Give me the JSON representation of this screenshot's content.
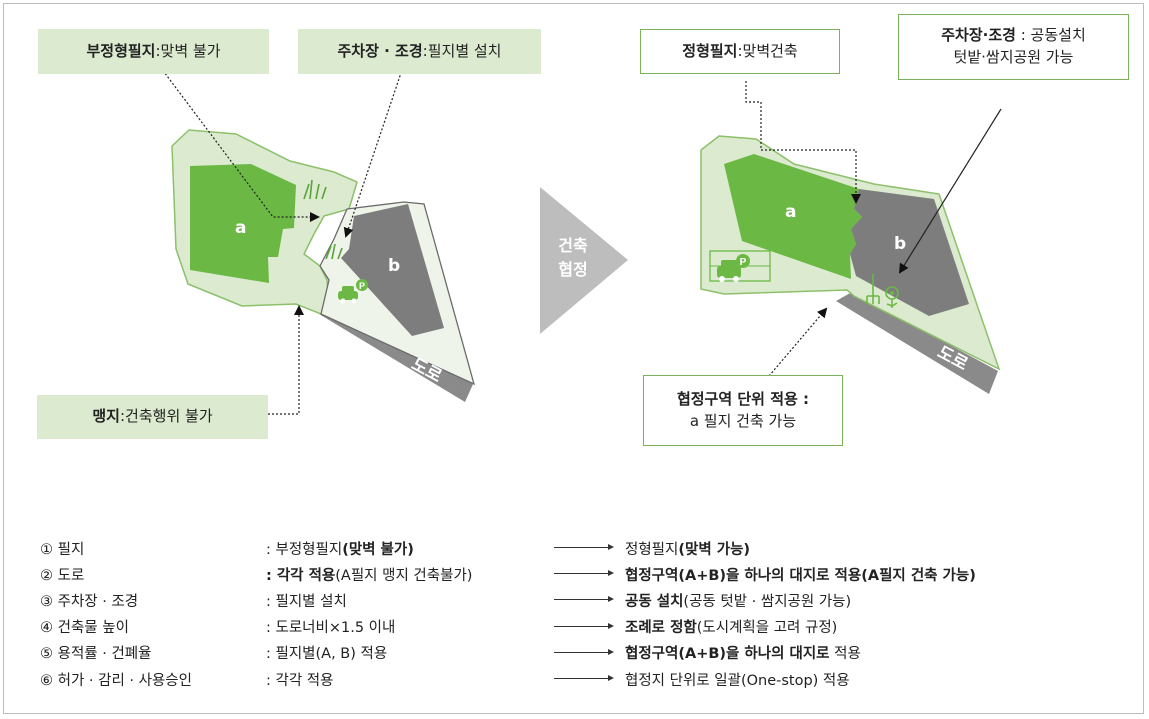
{
  "callouts": {
    "left_top_1": {
      "label": "부정형필지",
      "sep": " : ",
      "desc": "맞벽 불가"
    },
    "left_top_2": {
      "label": "주차장 · 조경",
      "sep": " : ",
      "desc": "필지별 설치"
    },
    "left_bottom": {
      "label": "맹지",
      "sep": " : ",
      "desc": "건축행위 불가"
    },
    "right_top_1": {
      "label": "정형필지",
      "sep": " : ",
      "desc": "맞벽건축"
    },
    "right_top_2": {
      "label": "주차장·조경",
      "sep": " : ",
      "desc": "공동설치",
      "line2": "텃밭·쌈지공원 가능"
    },
    "right_bottom": {
      "line1": "협정구역 단위 적용 :",
      "line2": "a 필지 건축 가능"
    }
  },
  "lots": {
    "a": "a",
    "b": "b"
  },
  "road": "도로",
  "center_arrow": {
    "line1": "건축",
    "line2": "협정"
  },
  "legend": [
    {
      "item": "① 필지",
      "before_plain": ": 부정형필지",
      "before_bold": "(맞벽 불가)",
      "after_plain": "정형필지",
      "after_bold": "(맞벽 가능)",
      "after_tail": ""
    },
    {
      "item": "② 도로",
      "before_plain": "",
      "before_bold": ": 각각 적용",
      "before_tail": "(A필지 맹지 건축불가)",
      "after_plain": "",
      "after_bold": "협정구역(A+B)을 하나의 대지로 적용(A필지 건축 가능)",
      "after_tail": ""
    },
    {
      "item": "③ 주차장 · 조경",
      "before_plain": ": 필지별 설치",
      "before_bold": "",
      "after_plain": "",
      "after_bold": "공동 설치",
      "after_tail": "(공동 텃밭 · 쌈지공원 가능)"
    },
    {
      "item": "④ 건축물 높이",
      "before_plain": ": 도로너비×1.5 이내",
      "before_bold": "",
      "after_plain": "",
      "after_bold": "조례로 정함",
      "after_tail": "(도시계획을 고려 규정)"
    },
    {
      "item": "⑤ 용적률 · 건폐율",
      "before_plain": ": 필지별(A, B) 적용",
      "before_bold": "",
      "after_plain": "",
      "after_bold": "협정구역(A+B)을 하나의 대지로",
      "after_tail": " 적용"
    },
    {
      "item": "⑥ 허가 · 감리 · 사용승인",
      "before_plain": ": 각각 적용",
      "before_bold": "",
      "after_plain": "협정지 단위로 일괄(One-stop) 적용",
      "after_bold": "",
      "after_tail": ""
    }
  ],
  "colors": {
    "lot_green": "#6bb845",
    "light_green": "#dcebd0",
    "gray_lot": "#7d7d7d",
    "road": "#8a8a8a",
    "arrow_gray": "#bdbdbd"
  }
}
